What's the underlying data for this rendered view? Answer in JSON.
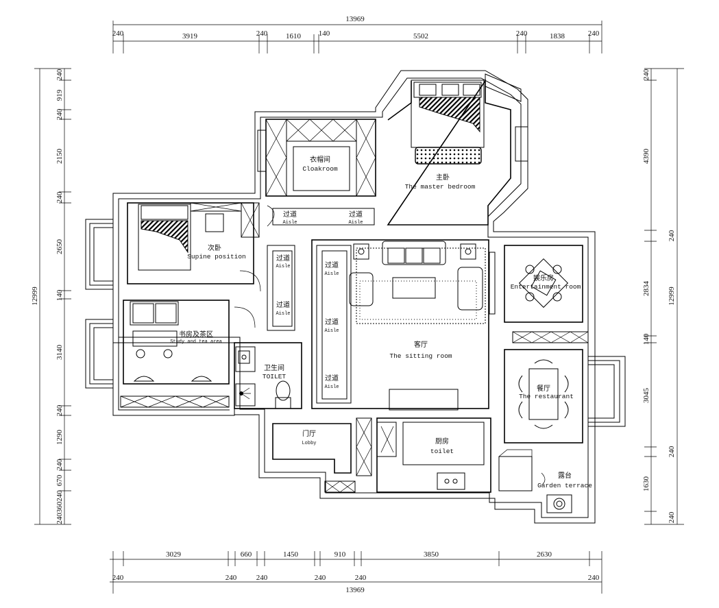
{
  "dimensions": {
    "top_total": "13969",
    "top_segments": [
      "240",
      "3919",
      "240",
      "1610",
      "140",
      "5502",
      "240",
      "1838",
      "240"
    ],
    "bottom_total": "13969",
    "bottom_segments": [
      "3029",
      "660",
      "1450",
      "910",
      "3850",
      "2630"
    ],
    "bottom_walls": [
      "240",
      "240",
      "240",
      "240",
      "240",
      "240"
    ],
    "left_total": "12999",
    "left_segments": [
      "240",
      "919",
      "240",
      "2150",
      "240",
      "2650",
      "140",
      "3140",
      "240",
      "1290",
      "240",
      "670",
      "240360240"
    ],
    "right_total": "12999",
    "right_segments": [
      "240",
      "4390",
      "240",
      "2834",
      "140",
      "3045",
      "240",
      "1630",
      "240"
    ]
  },
  "rooms": {
    "cloakroom": {
      "cn": "衣帽间",
      "en": "Cloakroom"
    },
    "master": {
      "cn": "主卧",
      "en": "The master bedroom"
    },
    "second": {
      "cn": "次卧",
      "en": "Supine position"
    },
    "aisle_top_a": {
      "cn": "过道",
      "en": "Aisle"
    },
    "aisle_top_b": {
      "cn": "过道",
      "en": "Aisle"
    },
    "aisle_mid_a": {
      "cn": "过道",
      "en": "Aisle"
    },
    "aisle_mid_b": {
      "cn": "过道",
      "en": "Aisle"
    },
    "aisle_long_a": {
      "cn": "过道",
      "en": "Aisle"
    },
    "aisle_long_b": {
      "cn": "过道",
      "en": "Aisle"
    },
    "aisle_long_c": {
      "cn": "过道",
      "en": "Aisle"
    },
    "study": {
      "cn": "书房及茶区",
      "en": "Study and tea area"
    },
    "toilet": {
      "cn": "卫生间",
      "en": "TOILET"
    },
    "sitting": {
      "cn": "客厅",
      "en": "The sitting room"
    },
    "entertainment": {
      "cn": "娱乐房",
      "en": "Entertainment room"
    },
    "restaurant": {
      "cn": "餐厅",
      "en": "The restaurant"
    },
    "lobby": {
      "cn": "门厅",
      "en": "Lobby"
    },
    "kitchen": {
      "cn": "厨房",
      "en": "toilet"
    },
    "terrace": {
      "cn": "露台",
      "en": "Garden terrace"
    }
  }
}
